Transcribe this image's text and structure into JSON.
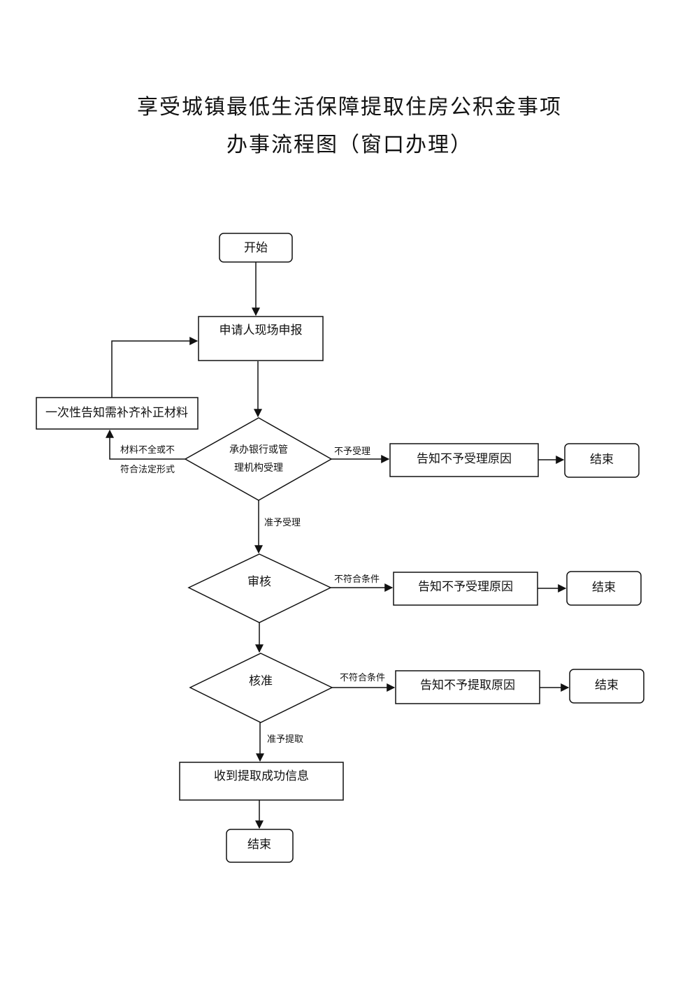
{
  "title": {
    "line1": "享受城镇最低生活保障提取住房公积金事项",
    "line2": "办事流程图（窗口办理）"
  },
  "nodes": {
    "start": "开始",
    "apply": "申请人现场申报",
    "supplement": "一次性告知需补齐补正材料",
    "accept": {
      "line1": "承办银行或管",
      "line2": "理机构受理"
    },
    "reject_reason_1": "告知不予受理原因",
    "end_1": "结束",
    "review": "审核",
    "reject_reason_2": "告知不予受理原因",
    "end_2": "结束",
    "approve": "核准",
    "reject_reason_3": "告知不予提取原因",
    "end_3": "结束",
    "success": "收到提取成功信息",
    "end_final": "结束"
  },
  "edges": {
    "incomplete": {
      "line1": "材料不全或不",
      "line2": "符合法定形式"
    },
    "not_accepted": "不予受理",
    "accepted": "准予受理",
    "review_fail": "不符合条件",
    "approve_fail": "不符合条件",
    "withdraw_ok": "准予提取"
  }
}
